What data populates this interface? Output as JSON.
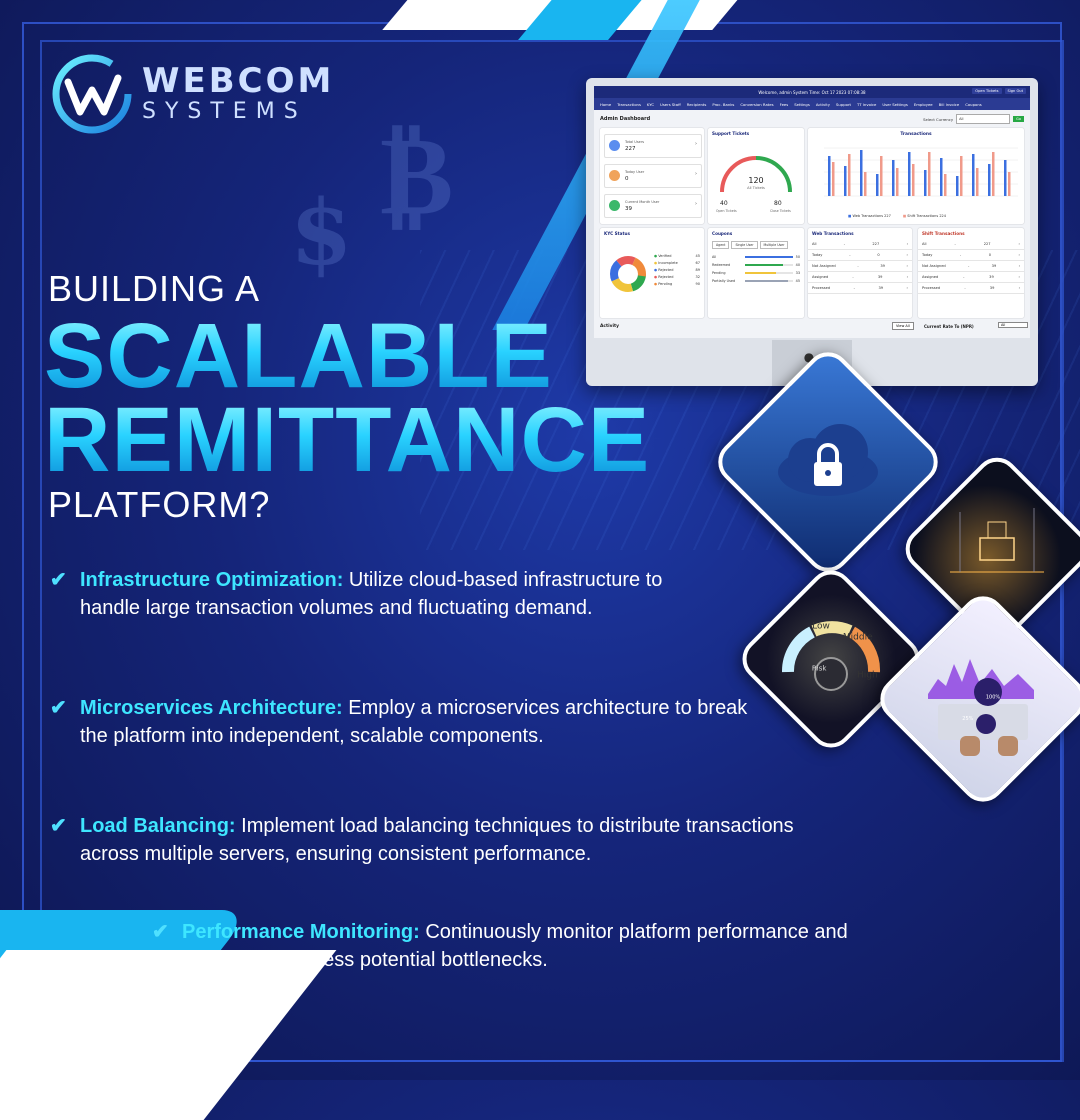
{
  "logo": {
    "line1": "WEBCOM",
    "line2": "SYSTEMS"
  },
  "headline": {
    "line1": "BUILDING A",
    "line2": "SCALABLE",
    "line3": "REMITTANCE",
    "line4": "PLATFORM?"
  },
  "bullets": [
    {
      "title": "Infrastructure Optimization:",
      "text": " Utilize cloud-based infrastructure to handle large transaction volumes and fluctuating demand."
    },
    {
      "title": "Microservices Architecture:",
      "text": " Employ a microservices architecture to break the platform into independent, scalable components."
    },
    {
      "title": "Load Balancing:",
      "text": " Implement load balancing techniques to distribute transactions across multiple servers, ensuring consistent performance."
    },
    {
      "title": "Performance Monitoring:",
      "text": "  Continuously monitor platform performance and proactively address potential bottlenecks."
    }
  ],
  "dashboard": {
    "welcome": "Welcome, admin System Time: Oct 17 2023 07:08:38",
    "open_tickets": "Open Tickets",
    "sign_out": "Sign Out",
    "nav": [
      "Home",
      "Transactions",
      "KYC",
      "Users Staff",
      "Recipients",
      "Proc. Banks",
      "Conversion Rates",
      "Fees",
      "Settings",
      "Activity",
      "Support",
      "TT Invoice",
      "User Settings",
      "Employee",
      "Bill Invoice",
      "Coupons"
    ],
    "title": "Admin Dashboard",
    "select_currency": "Select Currency",
    "currency_value": "All",
    "go": "Go",
    "users": [
      {
        "label": "Total Users",
        "value": "227"
      },
      {
        "label": "Today User",
        "value": "0"
      },
      {
        "label": "Current Month User",
        "value": "39"
      }
    ],
    "support": {
      "title": "Support Tickets",
      "total": "120",
      "total_label": "All Tickets",
      "open": "40",
      "open_label": "Open Tickets",
      "closed": "80",
      "closed_label": "Close Tickets"
    },
    "transactions_title": "Transactions",
    "legend_web": "Web Transactions",
    "legend_web_count": "227",
    "legend_shift": "Shift Transactions",
    "legend_shift_count": "224",
    "kyc": {
      "title": "KYC Status",
      "items": [
        {
          "label": "Verified",
          "value": "45"
        },
        {
          "label": "Incomplete",
          "value": "67"
        },
        {
          "label": "Rejected",
          "value": "89"
        },
        {
          "label": "Rejected",
          "value": "32"
        },
        {
          "label": "Pending",
          "value": "90"
        }
      ]
    },
    "coupons": {
      "title": "Coupons",
      "tabs": [
        "Agent",
        "Single User",
        "Multiple User"
      ],
      "rows": [
        {
          "label": "All",
          "value": "50"
        },
        {
          "label": "Redeemed",
          "value": "40"
        },
        {
          "label": "Pending",
          "value": "33"
        },
        {
          "label": "Partially Used",
          "value": "45"
        }
      ]
    },
    "web_tx": {
      "title": "Web Transactions",
      "rows": [
        {
          "label": "All",
          "value": "227"
        },
        {
          "label": "Today",
          "value": "0"
        },
        {
          "label": "Not Assigned",
          "value": "39"
        },
        {
          "label": "Assigned",
          "value": "39"
        },
        {
          "label": "Processed",
          "value": "39"
        }
      ]
    },
    "shift_tx": {
      "title": "Shift Transactions",
      "rows": [
        {
          "label": "All",
          "value": "227"
        },
        {
          "label": "Today",
          "value": "0"
        },
        {
          "label": "Not Assigned",
          "value": "39"
        },
        {
          "label": "Assigned",
          "value": "39"
        },
        {
          "label": "Processed",
          "value": "39"
        }
      ]
    },
    "activity": "Activity",
    "view_all": "View All",
    "rate": "Current Rate To (NPR)",
    "rate_value": "All"
  },
  "gauge": {
    "low": "Low",
    "middle": "Middle",
    "high": "High",
    "knob": "Risk"
  },
  "tablet": {
    "p1": "100%",
    "p2": "25%"
  },
  "colors": {
    "accent": "#3ee6ff",
    "bg": "#15257a",
    "web_bar": "#3b6fe0",
    "shift_bar": "#f09a8a"
  }
}
